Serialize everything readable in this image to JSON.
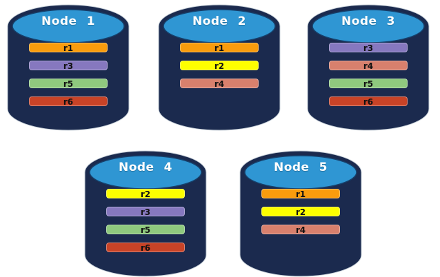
{
  "diagram": {
    "nodes": [
      {
        "label": "Node 1",
        "replicas": [
          {
            "id": "r1",
            "color_key": "orange"
          },
          {
            "id": "r3",
            "color_key": "purple"
          },
          {
            "id": "r5",
            "color_key": "green"
          },
          {
            "id": "r6",
            "color_key": "red"
          }
        ]
      },
      {
        "label": "Node 2",
        "replicas": [
          {
            "id": "r1",
            "color_key": "orange"
          },
          {
            "id": "r2",
            "color_key": "yellow"
          },
          {
            "id": "r4",
            "color_key": "salmon"
          }
        ]
      },
      {
        "label": "Node 3",
        "replicas": [
          {
            "id": "r3",
            "color_key": "purple"
          },
          {
            "id": "r4",
            "color_key": "salmon"
          },
          {
            "id": "r5",
            "color_key": "green"
          },
          {
            "id": "r6",
            "color_key": "red"
          }
        ]
      },
      {
        "label": "Node 4",
        "replicas": [
          {
            "id": "r2",
            "color_key": "yellow"
          },
          {
            "id": "r3",
            "color_key": "purple"
          },
          {
            "id": "r5",
            "color_key": "green"
          },
          {
            "id": "r6",
            "color_key": "red"
          }
        ]
      },
      {
        "label": "Node 5",
        "replicas": [
          {
            "id": "r1",
            "color_key": "orange"
          },
          {
            "id": "r2",
            "color_key": "yellow"
          },
          {
            "id": "r4",
            "color_key": "salmon"
          }
        ]
      }
    ],
    "colors": {
      "orange": "#F99C0D",
      "yellow": "#FDFF00",
      "purple": "#8678BF",
      "green": "#8FC97E",
      "red": "#C84327",
      "salmon": "#D8806D",
      "cylinder_body": "#1B2A4E",
      "cylinder_top": "#2F96D3",
      "cylinder_outline": "#C9D2DA",
      "top_ellipse_outline": "#16406B",
      "node_label_text": "#FFFFFF",
      "replica_label_text": "#111111"
    }
  }
}
